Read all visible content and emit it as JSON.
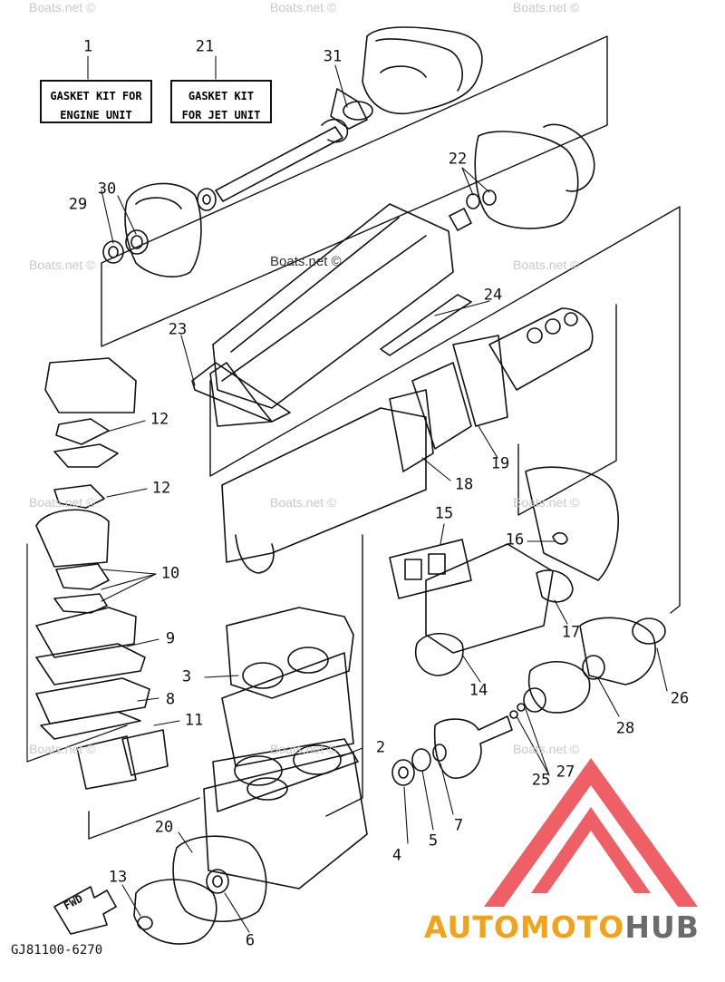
{
  "watermark": "Boats.net ©",
  "kits": {
    "engine": {
      "lines": [
        "GASKET KIT FOR",
        "ENGINE UNIT"
      ]
    },
    "jet": {
      "lines": [
        "GASKET KIT",
        "FOR JET UNIT"
      ]
    }
  },
  "callouts": {
    "n1": "1",
    "n2": "2",
    "n3": "3",
    "n4": "4",
    "n5": "5",
    "n6": "6",
    "n7": "7",
    "n8": "8",
    "n9": "9",
    "n10": "10",
    "n11": "11",
    "n12a": "12",
    "n12b": "12",
    "n13": "13",
    "n14": "14",
    "n15": "15",
    "n16": "16",
    "n17": "17",
    "n18": "18",
    "n19": "19",
    "n20": "20",
    "n21": "21",
    "n22": "22",
    "n23": "23",
    "n24": "24",
    "n25": "25",
    "n26": "26",
    "n27": "27",
    "n28": "28",
    "n29": "29",
    "n30": "30",
    "n31": "31"
  },
  "fwd_label": "FWD",
  "part_code": "GJ81100-6270",
  "logo": {
    "part1": "AUTOMOTO",
    "part2": "HUB",
    "color1": "#f2a21b",
    "color2": "#6b6b6b",
    "triangle_color": "#e8242a"
  }
}
